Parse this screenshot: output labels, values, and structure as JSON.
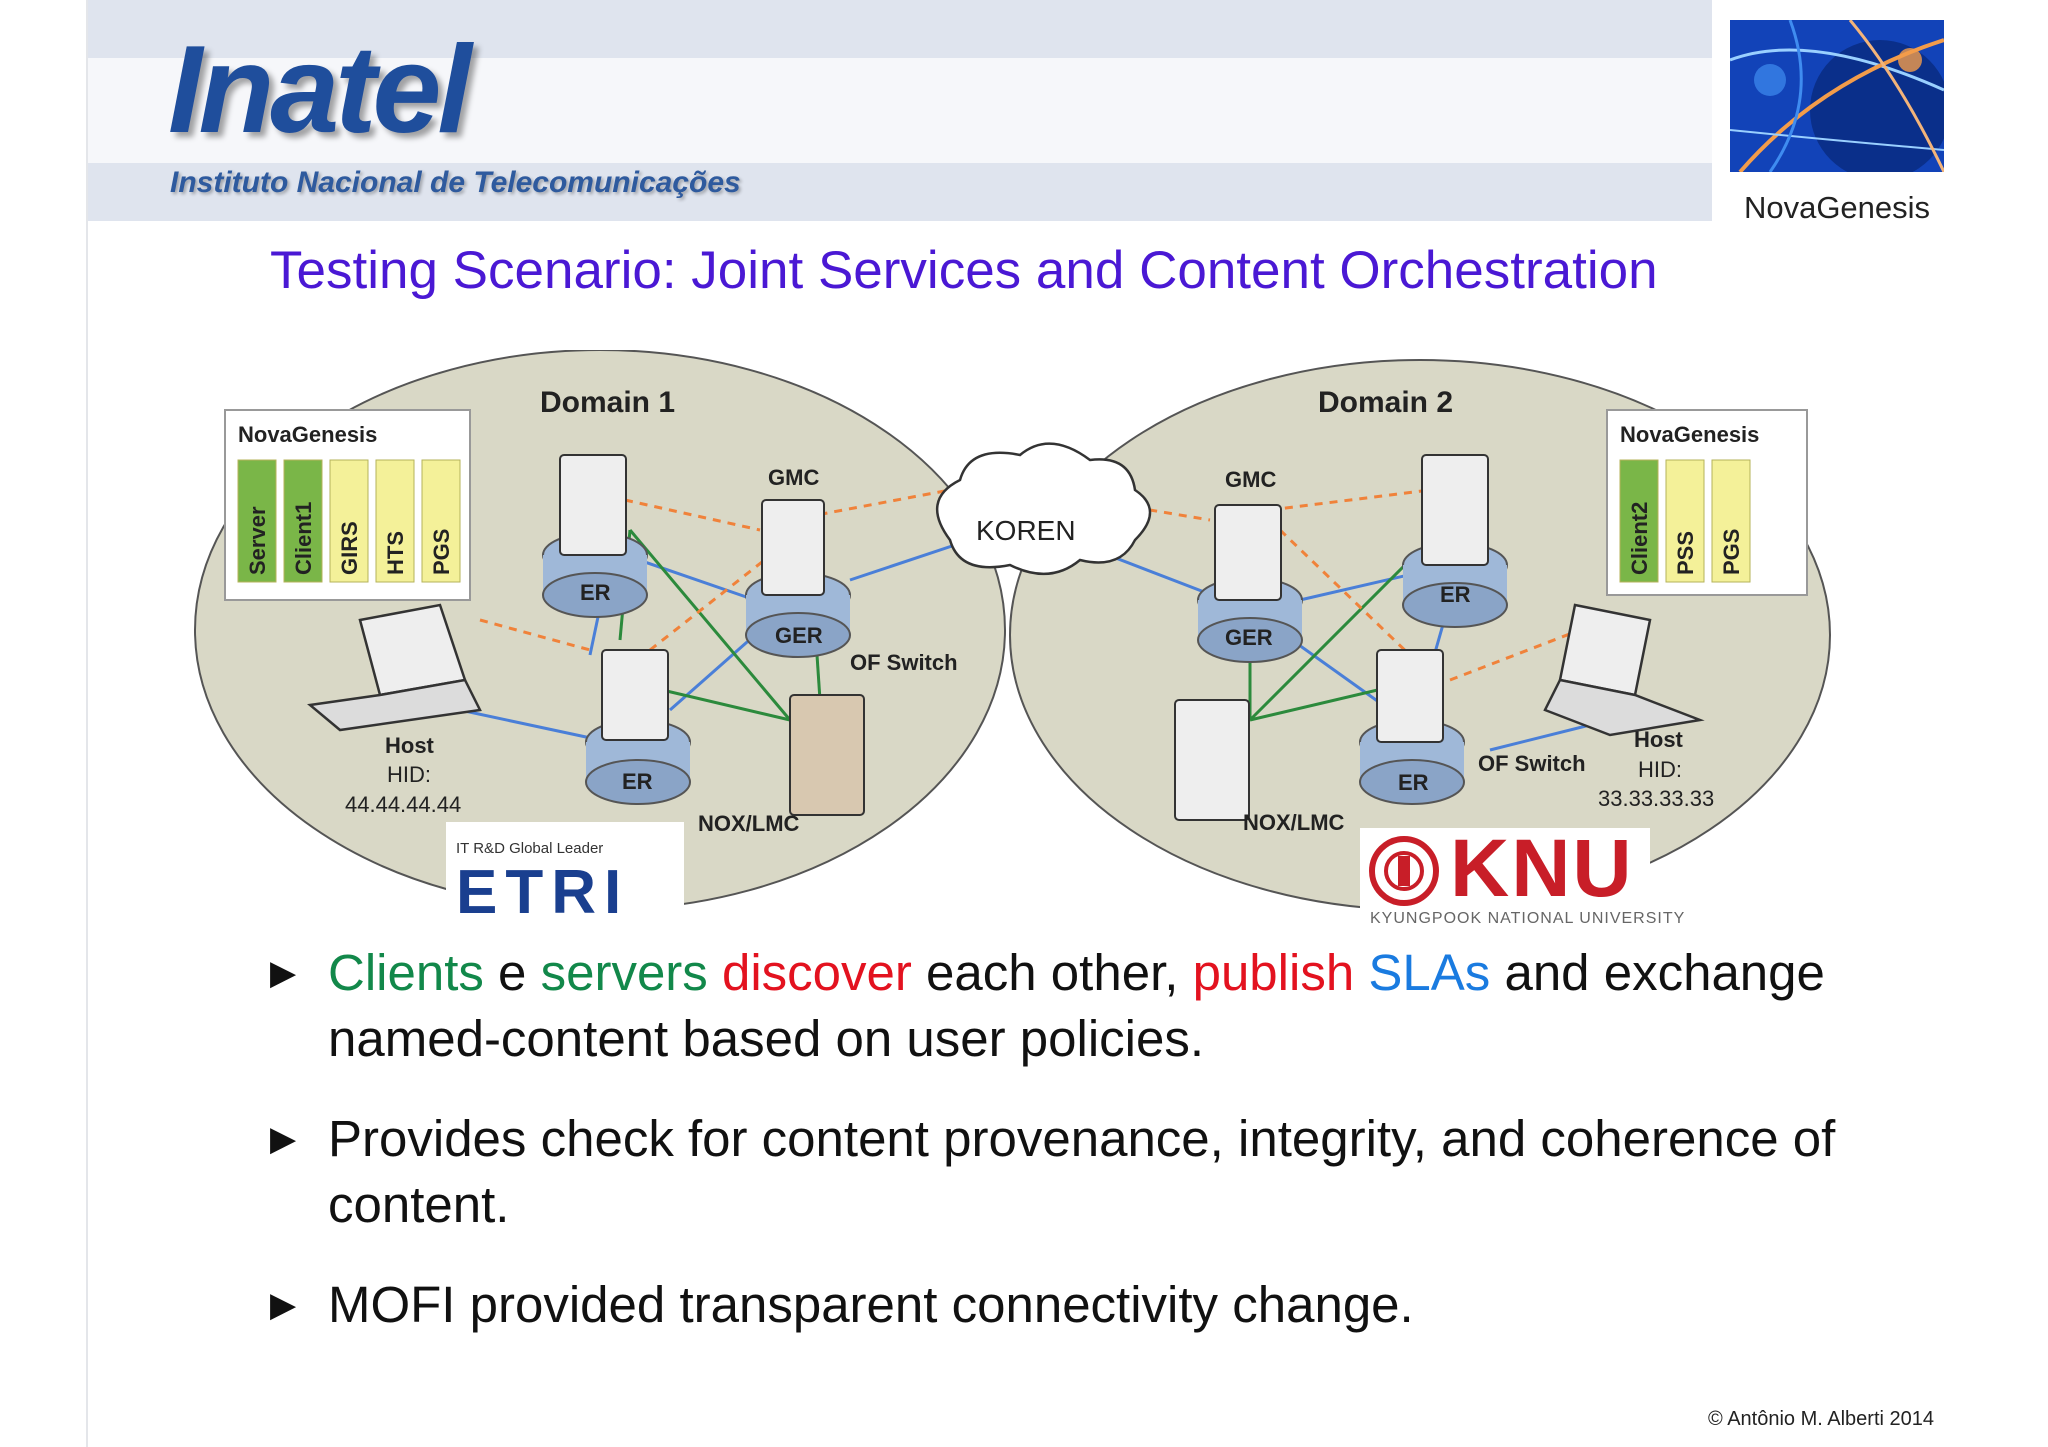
{
  "header": {
    "logo_text": "Inatel",
    "logo_subtitle": "Instituto Nacional de Telecomunicações",
    "ng_logo_caption": "NovaGenesis",
    "ng_image_colors": [
      "#0b3fae",
      "#3f8cf0",
      "#f39c4a",
      "#9ad0ff"
    ]
  },
  "title": "Testing Scenario: Joint Services and Content Orchestration",
  "diagram": {
    "domain1": {
      "label": "Domain 1",
      "panel_title": "NovaGenesis",
      "services": [
        {
          "label": "Server",
          "color": "#7ab648"
        },
        {
          "label": "Client1",
          "color": "#7ab648"
        },
        {
          "label": "GIRS",
          "color": "#f4f199"
        },
        {
          "label": "HTS",
          "color": "#f4f199"
        },
        {
          "label": "PGS",
          "color": "#f4f199"
        }
      ],
      "er_top": "ER",
      "er_bottom": "ER",
      "gmc": "GMC",
      "ger": "GER",
      "of_switch": "OF Switch",
      "nox": "NOX/LMC",
      "host": "Host",
      "hid_label": "HID:",
      "hid": "44.44.44.44"
    },
    "domain2": {
      "label": "Domain 2",
      "panel_title": "NovaGenesis",
      "services": [
        {
          "label": "Client2",
          "color": "#7ab648"
        },
        {
          "label": "PSS",
          "color": "#f4f199"
        },
        {
          "label": "PGS",
          "color": "#f4f199"
        }
      ],
      "er_top": "ER",
      "er_bottom": "ER",
      "gmc": "GMC",
      "ger": "GER",
      "of_switch": "OF Switch",
      "nox": "NOX/LMC",
      "host": "Host",
      "hid_label": "HID:",
      "hid": "33.33.33.33"
    },
    "cloud": "KOREN",
    "colors": {
      "green_link": "#2c8a3c",
      "blue_link": "#4a7fd8",
      "orange_link": "#f0823a",
      "domain_fill": "#d9d8c6"
    }
  },
  "logos": {
    "etri_small": "IT R&D Global Leader",
    "etri": "ETRI",
    "knu": "KNU",
    "knu_small": "KYUNGPOOK NATIONAL UNIVERSITY"
  },
  "bullets": {
    "b1": {
      "w1": "Clients",
      "w2": " e ",
      "w3": "servers",
      "w4": " ",
      "w5": "discover",
      "w6": " each other, ",
      "w7": "publish",
      "w8": " ",
      "w9": "SLAs",
      "w10": " and exchange named-content based on user policies."
    },
    "b2": "Provides check for content provenance, integrity, and coherence of content.",
    "b3": "MOFI provided transparent connectivity change.",
    "marker": "▶"
  },
  "footer": "© Antônio M. Alberti 2014"
}
